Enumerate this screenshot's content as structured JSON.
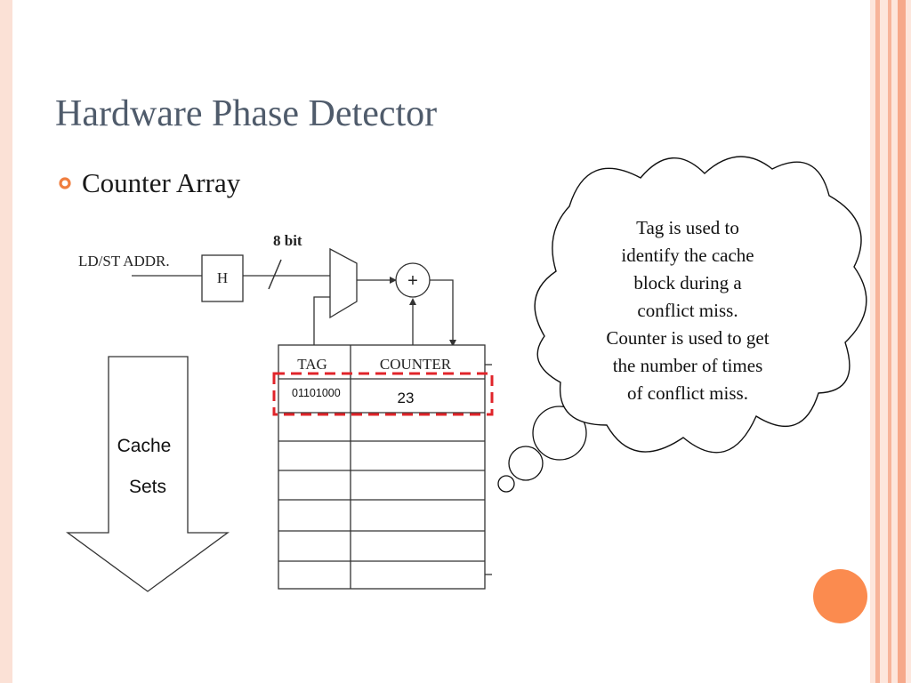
{
  "slide": {
    "title": "Hardware Phase Detector",
    "bullet": "Counter Array"
  },
  "diagram": {
    "address_label": "LD/ST ADDR.",
    "hash_label": "H",
    "bus_width_label": "8 bit",
    "adder_label": "+",
    "table": {
      "tag_header": "TAG",
      "counter_header": "COUNTER",
      "highlighted_row": {
        "tag": "01101000",
        "counter": "23"
      }
    },
    "arrow_label_line1": "Cache",
    "arrow_label_line2": "Sets"
  },
  "callout": {
    "lines": [
      "Tag is used to",
      "identify the cache",
      "block during a",
      "conflict miss.",
      "Counter is used to get",
      "the number of times",
      "of conflict miss."
    ]
  },
  "colors": {
    "title": "#4f5b6b",
    "accent_orange": "#fb8b4f",
    "highlight_red": "#e0242a",
    "border_peach": "#fbe1d6"
  }
}
